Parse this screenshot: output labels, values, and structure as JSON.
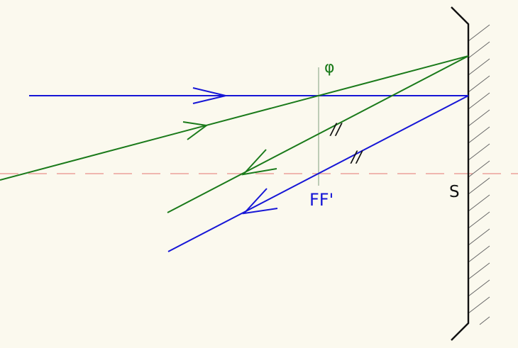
{
  "labels": {
    "phi": "φ",
    "focal_points": "FF'",
    "vertex": "S",
    "parallel_mark_1": "//",
    "parallel_mark_2": "//"
  },
  "colors": {
    "background": "#fbf9ee",
    "blue_ray": "#1616d6",
    "green_ray": "#1a7a1a",
    "axis": "#e8908a",
    "mirror": "#111111",
    "hatch": "#666666",
    "focal_plane": "#7fa07f"
  }
}
